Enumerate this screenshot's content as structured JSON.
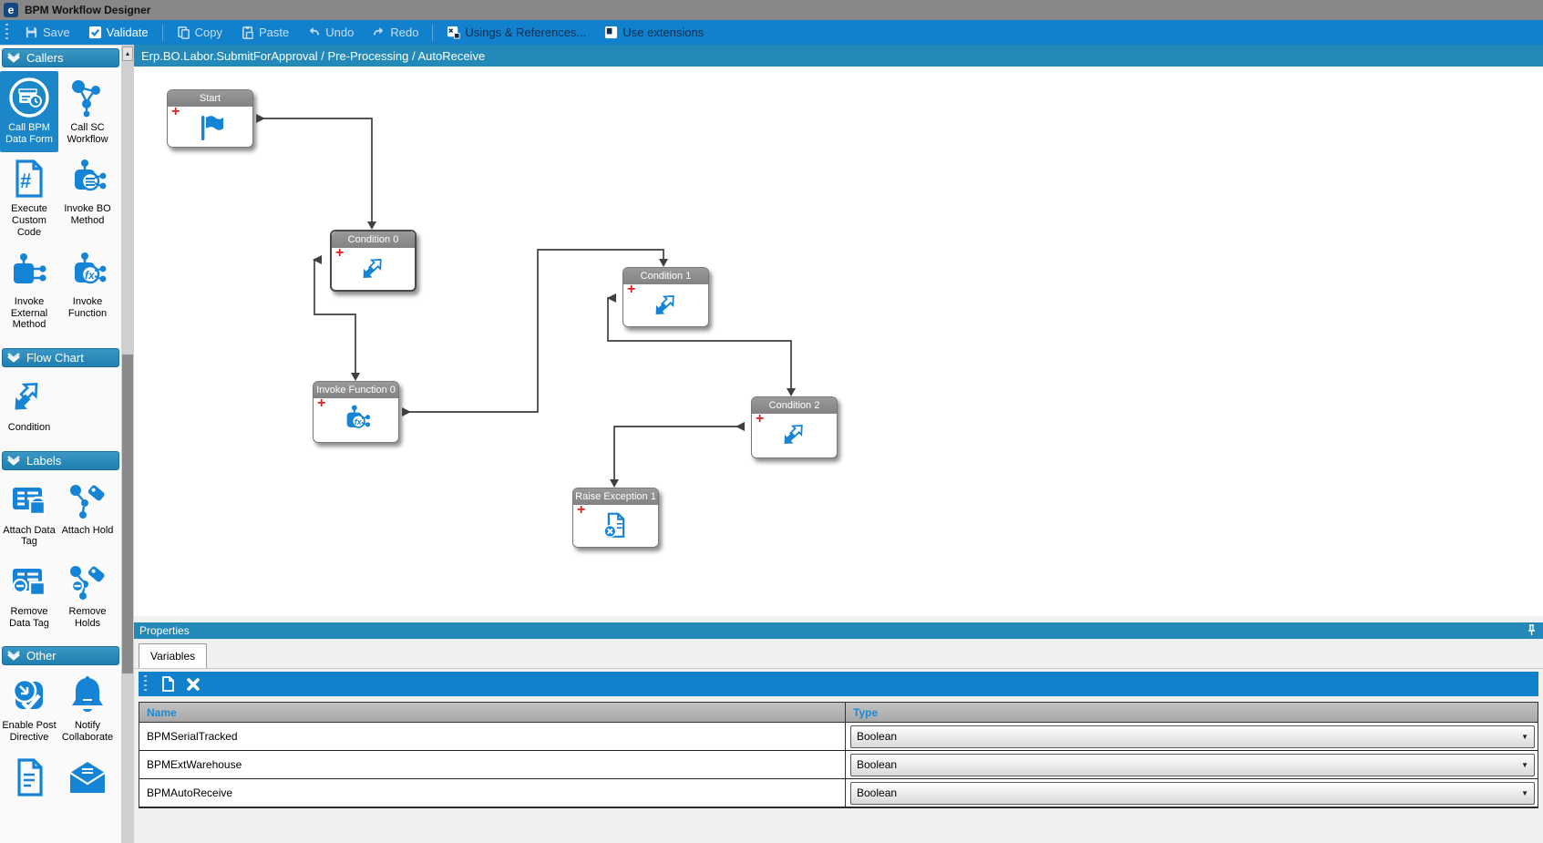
{
  "window": {
    "title": "BPM Workflow Designer",
    "logo": "e"
  },
  "toolbar": {
    "save": "Save",
    "validate": "Validate",
    "copy": "Copy",
    "paste": "Paste",
    "undo": "Undo",
    "redo": "Redo",
    "usings": "Usings & References...",
    "use_extensions": "Use extensions"
  },
  "breadcrumb": {
    "path": "Erp.BO.Labor.SubmitForApproval / Pre-Processing / AutoReceive"
  },
  "sidebar": {
    "sections": [
      {
        "title": "Callers",
        "items": [
          {
            "label": "Call BPM Data Form",
            "icon": "bpm-data-form-icon",
            "selected": true
          },
          {
            "label": "Call SC Workflow",
            "icon": "sc-workflow-icon",
            "selected": false
          },
          {
            "label": "Execute Custom Code",
            "icon": "custom-code-icon",
            "selected": false
          },
          {
            "label": "Invoke BO Method",
            "icon": "bo-method-icon",
            "selected": false
          },
          {
            "label": "Invoke External Method",
            "icon": "external-method-icon",
            "selected": false
          },
          {
            "label": "Invoke Function",
            "icon": "invoke-function-icon",
            "selected": false
          }
        ]
      },
      {
        "title": "Flow Chart",
        "items": [
          {
            "label": "Condition",
            "icon": "condition-icon",
            "selected": false
          }
        ]
      },
      {
        "title": "Labels",
        "items": [
          {
            "label": "Attach Data Tag",
            "icon": "attach-data-tag-icon",
            "selected": false
          },
          {
            "label": "Attach Hold",
            "icon": "attach-hold-icon",
            "selected": false
          },
          {
            "label": "Remove Data Tag",
            "icon": "remove-data-tag-icon",
            "selected": false
          },
          {
            "label": "Remove Holds",
            "icon": "remove-holds-icon",
            "selected": false
          }
        ]
      },
      {
        "title": "Other",
        "items": [
          {
            "label": "Enable Post Directive",
            "icon": "enable-post-directive-icon",
            "selected": false
          },
          {
            "label": "Notify Collaborate",
            "icon": "notify-collaborate-icon",
            "selected": false
          }
        ]
      }
    ]
  },
  "canvas": {
    "nodes": [
      {
        "id": "start",
        "label": "Start",
        "icon": "flag-icon"
      },
      {
        "id": "condition0",
        "label": "Condition 0",
        "icon": "condition-icon"
      },
      {
        "id": "condition1",
        "label": "Condition 1",
        "icon": "condition-icon"
      },
      {
        "id": "invoke_function0",
        "label": "Invoke Function 0",
        "icon": "invoke-function-icon"
      },
      {
        "id": "condition2",
        "label": "Condition 2",
        "icon": "condition-icon"
      },
      {
        "id": "raise_exception1",
        "label": "Raise Exception 1",
        "icon": "raise-exception-icon"
      }
    ],
    "connections": [
      {
        "from": "Start",
        "to": "Condition 0"
      },
      {
        "from": "Condition 0",
        "to": "Invoke Function 0"
      },
      {
        "from": "Invoke Function 0",
        "to": "Condition 1"
      },
      {
        "from": "Condition 1",
        "to": "Condition 2"
      },
      {
        "from": "Condition 2",
        "to": "Raise Exception 1"
      }
    ]
  },
  "properties": {
    "title": "Properties",
    "tabs": [
      "Variables"
    ],
    "table": {
      "columns": [
        "Name",
        "Type"
      ],
      "rows": [
        {
          "name": "BPMSerialTracked",
          "type": "Boolean"
        },
        {
          "name": "BPMExtWarehouse",
          "type": "Boolean"
        },
        {
          "name": "BPMAutoReceive",
          "type": "Boolean"
        }
      ]
    }
  },
  "colors": {
    "toolbar_blue": "#1181ce",
    "panel_blue": "#2389b9",
    "accent_blue": "#1584d7",
    "titlebar_gray": "#878787",
    "node_header_gray": "#8b8b8b",
    "table_header_gray": "#b2b2b2",
    "header_text_blue": "#1d8ad2",
    "plus_red": "#dd1f1f"
  }
}
